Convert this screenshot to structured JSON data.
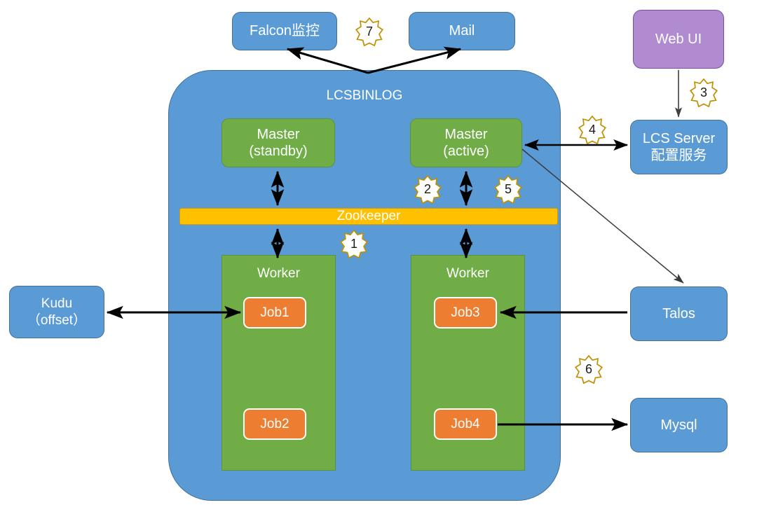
{
  "diagram": {
    "title": "LCSBINLOG architecture diagram",
    "container": {
      "label": "LCSBINLOG"
    },
    "colors": {
      "blue": "#5B9BD5",
      "blue_border": "#41719C",
      "green": "#70AD47",
      "green_border": "#5E9138",
      "orange": "#ED7D31",
      "amber": "#FFC000",
      "purple": "#B18BD0",
      "purple_border": "#7B4FA0",
      "badge_stroke": "#BF9000",
      "badge_fill": "#FFFFFF",
      "arrow": "#000000",
      "thin_arrow": "#3A3A3A",
      "text_on_fill": "#FFFFFF",
      "badge_text": "#1A1A1A",
      "background": "#FFFFFF"
    },
    "nodes": {
      "falcon": {
        "label": "Falcon监控"
      },
      "mail": {
        "label": "Mail"
      },
      "web_ui": {
        "label": "Web UI"
      },
      "lcs_server": {
        "label": "LCS Server\n配置服务"
      },
      "master_standby": {
        "label": "Master\n(standby)"
      },
      "master_active": {
        "label": "Master\n(active)"
      },
      "zookeeper": {
        "label": "Zookeeper"
      },
      "worker_left": {
        "label": "Worker"
      },
      "worker_right": {
        "label": "Worker"
      },
      "job1": {
        "label": "Job1"
      },
      "job2": {
        "label": "Job2"
      },
      "job3": {
        "label": "Job3"
      },
      "job4": {
        "label": "Job4"
      },
      "kudu": {
        "label": "Kudu\n（offset）"
      },
      "talos": {
        "label": "Talos"
      },
      "mysql": {
        "label": "Mysql"
      }
    },
    "badges": [
      {
        "id": "badge-1",
        "label": "1",
        "filled": true
      },
      {
        "id": "badge-2",
        "label": "2",
        "filled": true
      },
      {
        "id": "badge-3",
        "label": "3",
        "filled": false
      },
      {
        "id": "badge-4",
        "label": "4",
        "filled": false
      },
      {
        "id": "badge-5",
        "label": "5",
        "filled": true
      },
      {
        "id": "badge-6",
        "label": "6",
        "filled": false
      },
      {
        "id": "badge-7",
        "label": "7",
        "filled": false
      }
    ]
  }
}
